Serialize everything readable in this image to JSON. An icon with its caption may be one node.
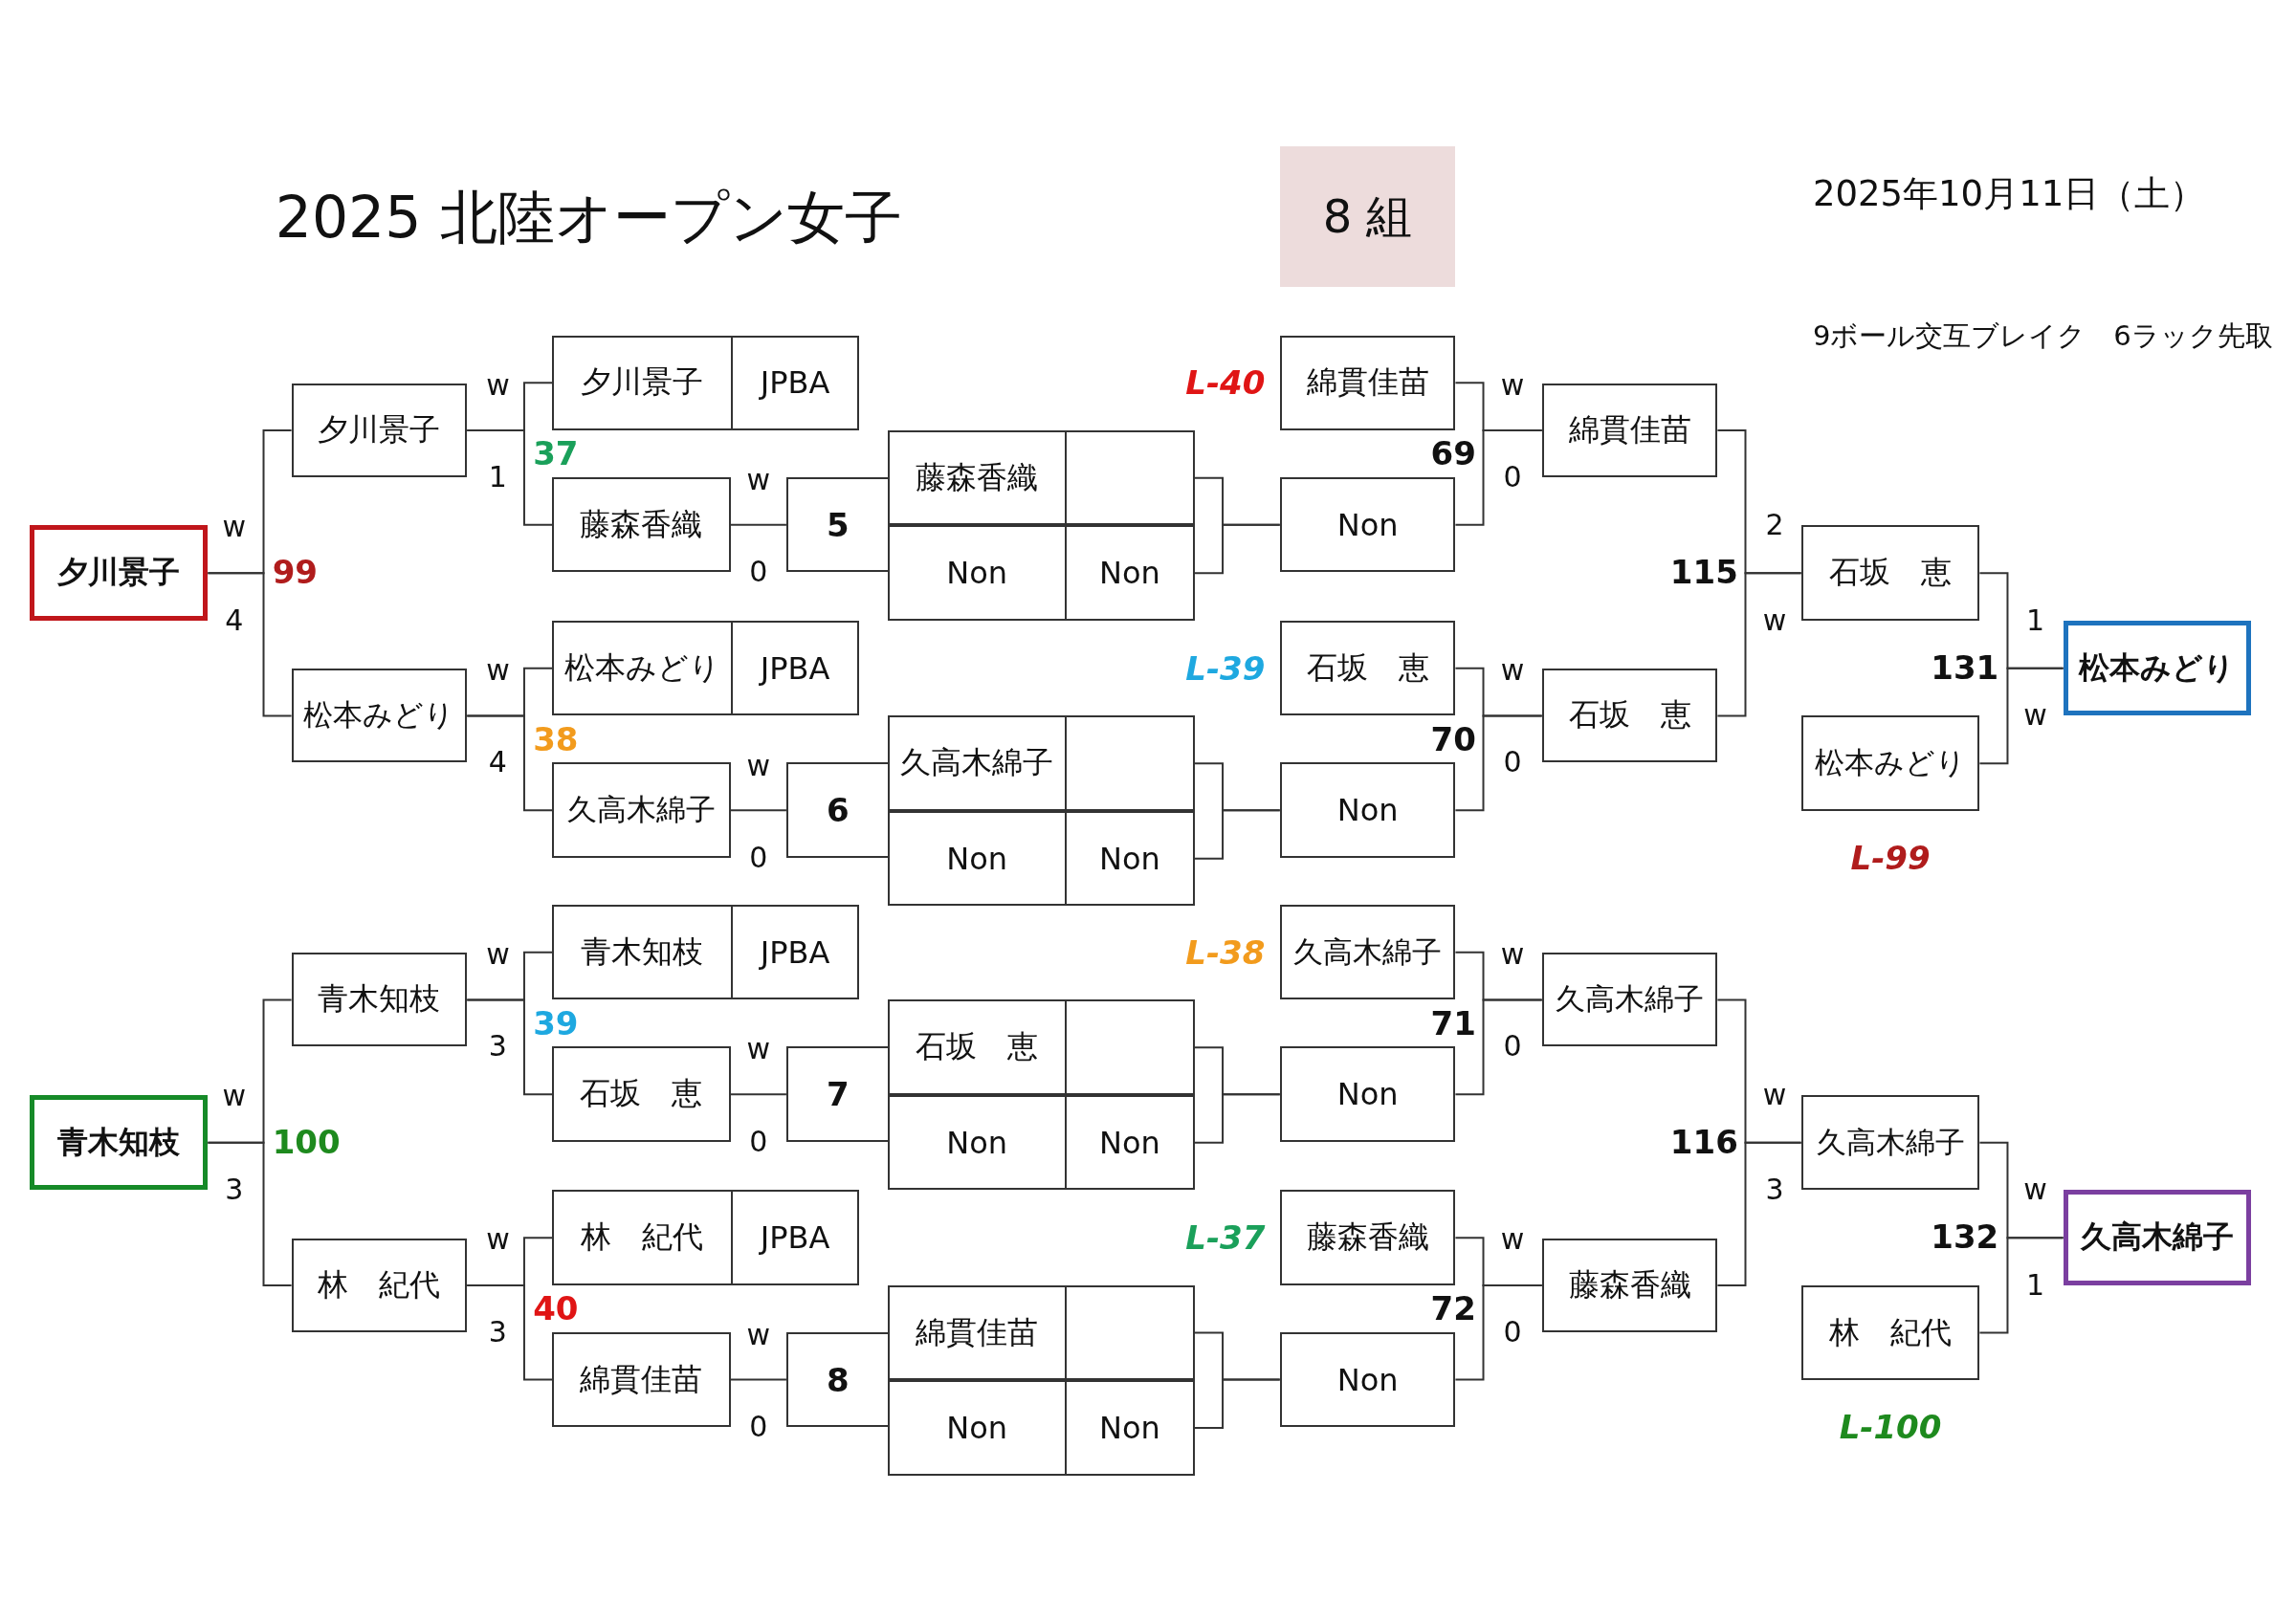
{
  "diagram": {
    "title": "2025 北陸オープン女子",
    "nodes": [
      {
        "text": [
          "8 組"
        ]
      },
      {
        "text": [
          "夕川景子"
        ]
      },
      {
        "text": [
          "夕川景子"
        ]
      },
      {
        "text": [
          "松本みどり"
        ]
      },
      {
        "text": [
          "夕川景子",
          "JPBA"
        ]
      },
      {
        "text": [
          "藤森香織"
        ]
      },
      {
        "text": [
          "5"
        ]
      },
      {
        "text": [
          "藤森香織"
        ]
      },
      {
        "text": [
          "Non",
          "Non"
        ]
      },
      {
        "text": [
          "Non"
        ]
      },
      {
        "text": [
          "綿貫佳苗"
        ],
        "beside": [
          "L-40"
        ]
      },
      {
        "text": [
          "綿貫佳苗"
        ]
      },
      {
        "text": [
          "松本みどり",
          "JPBA"
        ]
      },
      {
        "text": [
          "久高木綿子"
        ]
      },
      {
        "text": [
          "6"
        ]
      },
      {
        "text": [
          "久高木綿子"
        ]
      },
      {
        "text": [
          "Non",
          "Non"
        ]
      },
      {
        "text": [
          "Non"
        ]
      },
      {
        "text": [
          "石坂　恵"
        ],
        "beside": [
          "L-39"
        ]
      },
      {
        "text": [
          "石坂　恵"
        ]
      },
      {
        "text": [
          "石坂　恵"
        ]
      },
      {
        "text": [
          "松本みどり"
        ],
        "beside": [
          "L-99"
        ]
      },
      {
        "text": [
          "松本みどり"
        ]
      },
      {
        "text": [
          "青木知枝"
        ]
      },
      {
        "text": [
          "青木知枝"
        ]
      },
      {
        "text": [
          "林　紀代"
        ]
      },
      {
        "text": [
          "青木知枝",
          "JPBA"
        ]
      },
      {
        "text": [
          "石坂　恵"
        ]
      },
      {
        "text": [
          "7"
        ]
      },
      {
        "text": [
          "石坂　恵"
        ]
      },
      {
        "text": [
          "Non",
          "Non"
        ]
      },
      {
        "text": [
          "Non"
        ]
      },
      {
        "text": [
          "久高木綿子"
        ],
        "beside": [
          "L-38"
        ]
      },
      {
        "text": [
          "久高木綿子"
        ]
      },
      {
        "text": [
          "林　紀代",
          "JPBA"
        ]
      },
      {
        "text": [
          "綿貫佳苗"
        ]
      },
      {
        "text": [
          "8"
        ]
      },
      {
        "text": [
          "綿貫佳苗"
        ]
      },
      {
        "text": [
          "Non",
          "Non"
        ]
      },
      {
        "text": [
          "Non"
        ]
      },
      {
        "text": [
          "藤森香織"
        ],
        "beside": [
          "L-37"
        ]
      },
      {
        "text": [
          "藤森香織"
        ]
      },
      {
        "text": [
          "久高木綿子"
        ]
      },
      {
        "text": [
          "林　紀代"
        ],
        "beside": [
          "L-100"
        ]
      },
      {
        "text": [
          "久高木綿子"
        ]
      }
    ],
    "edges": [
      {
        "from": 2,
        "to": 1,
        "arrow": "none"
      },
      {
        "from": 3,
        "to": 1,
        "arrow": "none"
      },
      {
        "from": 4,
        "to": 2,
        "arrow": "none"
      },
      {
        "from": 5,
        "to": 2,
        "arrow": "none"
      },
      {
        "from": 6,
        "to": 5,
        "arrow": "none"
      },
      {
        "from": 7,
        "to": 9,
        "arrow": "none"
      },
      {
        "from": 8,
        "to": 9,
        "arrow": "none"
      },
      {
        "from": 10,
        "to": 11,
        "arrow": "none"
      },
      {
        "from": 9,
        "to": 11,
        "arrow": "none"
      },
      {
        "from": 11,
        "to": 20,
        "arrow": "none"
      },
      {
        "from": 12,
        "to": 3,
        "arrow": "none"
      },
      {
        "from": 13,
        "to": 3,
        "arrow": "none"
      },
      {
        "from": 14,
        "to": 13,
        "arrow": "none"
      },
      {
        "from": 15,
        "to": 17,
        "arrow": "none"
      },
      {
        "from": 16,
        "to": 17,
        "arrow": "none"
      },
      {
        "from": 18,
        "to": 19,
        "arrow": "none"
      },
      {
        "from": 17,
        "to": 19,
        "arrow": "none"
      },
      {
        "from": 19,
        "to": 20,
        "arrow": "none"
      },
      {
        "from": 20,
        "to": 22,
        "arrow": "none"
      },
      {
        "from": 21,
        "to": 22,
        "arrow": "none"
      },
      {
        "from": 24,
        "to": 23,
        "arrow": "none"
      },
      {
        "from": 25,
        "to": 23,
        "arrow": "none"
      },
      {
        "from": 26,
        "to": 24,
        "arrow": "none"
      },
      {
        "from": 27,
        "to": 24,
        "arrow": "none"
      },
      {
        "from": 28,
        "to": 27,
        "arrow": "none"
      },
      {
        "from": 29,
        "to": 31,
        "arrow": "none"
      },
      {
        "from": 30,
        "to": 31,
        "arrow": "none"
      },
      {
        "from": 32,
        "to": 33,
        "arrow": "none"
      },
      {
        "from": 31,
        "to": 33,
        "arrow": "none"
      },
      {
        "from": 33,
        "to": 42,
        "arrow": "none"
      },
      {
        "from": 34,
        "to": 25,
        "arrow": "none"
      },
      {
        "from": 35,
        "to": 25,
        "arrow": "none"
      },
      {
        "from": 36,
        "to": 35,
        "arrow": "none"
      },
      {
        "from": 37,
        "to": 39,
        "arrow": "none"
      },
      {
        "from": 38,
        "to": 39,
        "arrow": "none"
      },
      {
        "from": 40,
        "to": 41,
        "arrow": "none"
      },
      {
        "from": 39,
        "to": 41,
        "arrow": "none"
      },
      {
        "from": 41,
        "to": 42,
        "arrow": "none"
      },
      {
        "from": 42,
        "to": 44,
        "arrow": "none"
      },
      {
        "from": 43,
        "to": 44,
        "arrow": "none"
      }
    ],
    "labels": [
      "2025年10月11日（土）",
      "9ボール交互ブレイク　6ラック先取",
      "w",
      "4",
      "99",
      "w",
      "1",
      "37",
      "w",
      "0",
      "69",
      "w",
      "0",
      "w",
      "4",
      "38",
      "w",
      "0",
      "70",
      "w",
      "0",
      "2",
      "w",
      "115",
      "1",
      "w",
      "131",
      "w",
      "3",
      "100",
      "w",
      "3",
      "39",
      "w",
      "0",
      "71",
      "w",
      "0",
      "w",
      "3",
      "40",
      "w",
      "0",
      "72",
      "w",
      "0",
      "w",
      "3",
      "116",
      "w",
      "1",
      "132"
    ]
  }
}
